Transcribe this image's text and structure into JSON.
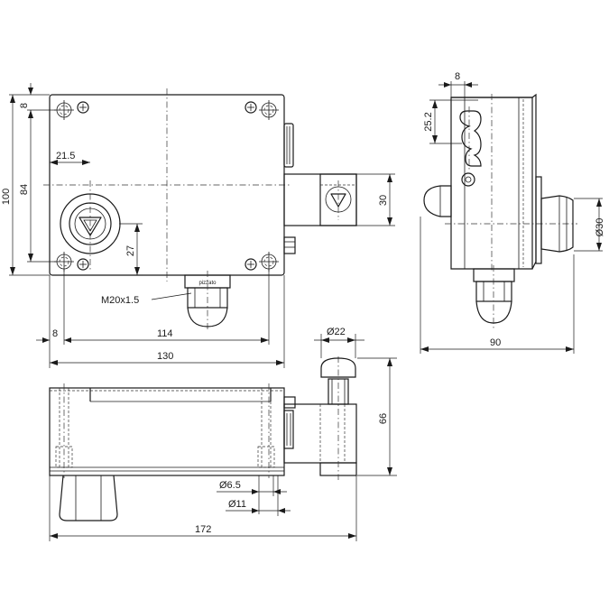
{
  "drawing": {
    "labels": {
      "d100": "100",
      "d84": "84",
      "d8_left": "8",
      "d21_5": "21.5",
      "d27": "27",
      "d30_front": "30",
      "d8_bottom": "8",
      "d114": "114",
      "d130": "130",
      "thread": "M20x1.5",
      "d8_side": "8",
      "d25_2": "25.2",
      "d30_side": "Ø30",
      "d90": "90",
      "d22": "Ø22",
      "d66": "66",
      "d6_5": "Ø6.5",
      "d11": "Ø11",
      "d172": "172"
    }
  }
}
